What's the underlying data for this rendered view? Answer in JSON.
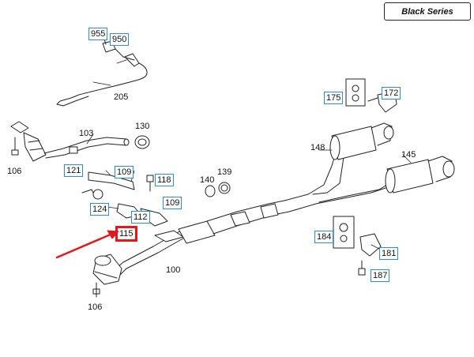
{
  "header": {
    "badge": "Black Series"
  },
  "parts": {
    "p955": "955",
    "p950": "950",
    "p205": "205",
    "p103": "103",
    "p130": "130",
    "p106a": "106",
    "p121": "121",
    "p109a": "109",
    "p118": "118",
    "p140": "140",
    "p139": "139",
    "p109b": "109",
    "p124": "124",
    "p112": "112",
    "p115": "115",
    "p100": "100",
    "p106b": "106",
    "p175": "175",
    "p172": "172",
    "p148": "148",
    "p145": "145",
    "p184": "184",
    "p181": "181",
    "p187": "187"
  },
  "colors": {
    "highlight": "#e0191b",
    "label_border": "#2a8fd8",
    "line": "#222222"
  },
  "highlighted_part": "115"
}
